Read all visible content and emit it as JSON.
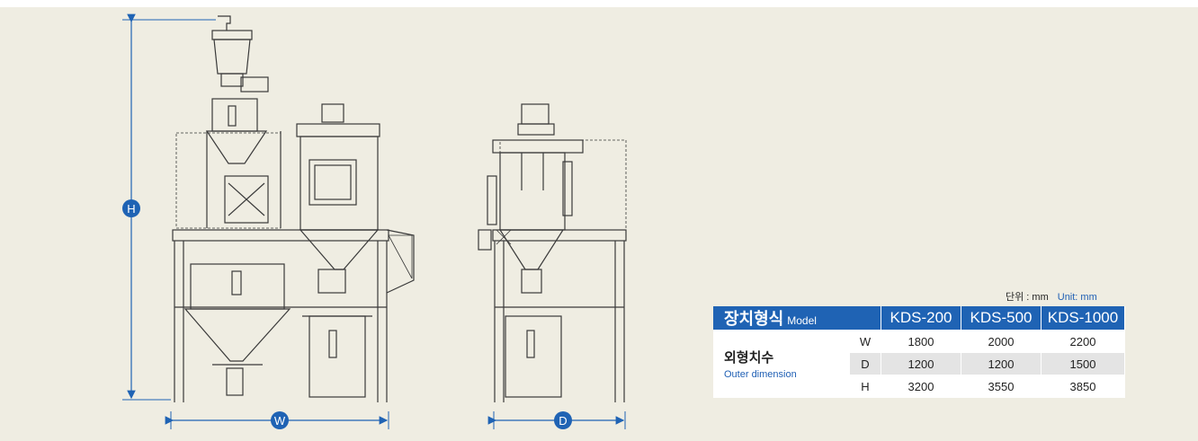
{
  "dimension_labels": {
    "height": "H",
    "width": "W",
    "depth": "D"
  },
  "unit": {
    "ko": "단위 : mm",
    "en": "Unit: mm"
  },
  "table": {
    "model_label_ko": "장치형식",
    "model_label_en": "Model",
    "models": [
      "KDS-200",
      "KDS-500",
      "KDS-1000"
    ],
    "dimension_label_ko": "외형치수",
    "dimension_label_en": "Outer dimension",
    "rows": [
      {
        "key": "W",
        "values": [
          "1800",
          "2000",
          "2200"
        ]
      },
      {
        "key": "D",
        "values": [
          "1200",
          "1200",
          "1500"
        ]
      },
      {
        "key": "H",
        "values": [
          "3200",
          "3550",
          "3850"
        ]
      }
    ]
  },
  "colors": {
    "accent": "#1f63b4",
    "background": "#efede2",
    "line": "#3a3a3a"
  }
}
